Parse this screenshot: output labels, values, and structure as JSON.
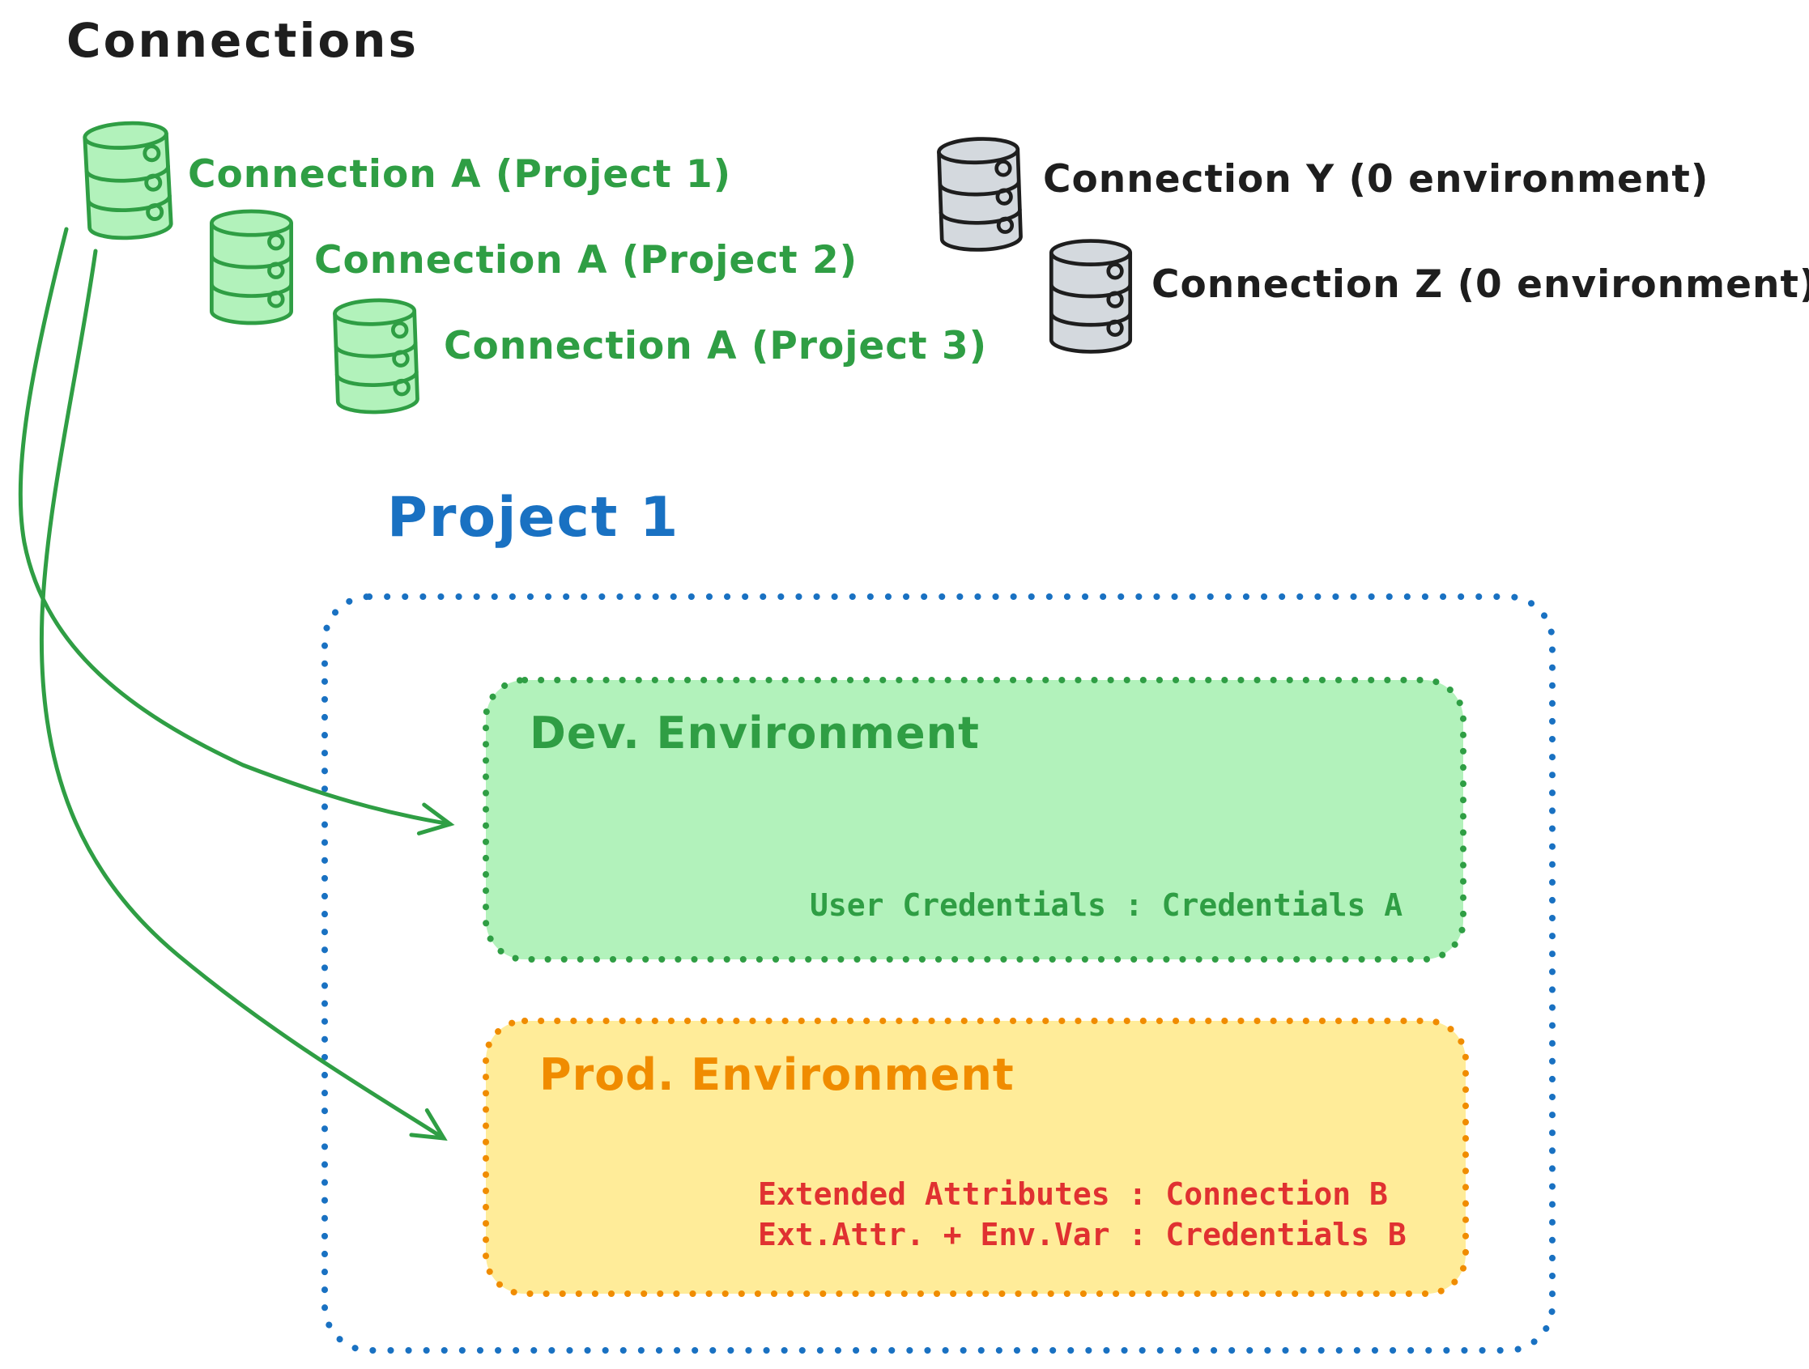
{
  "title": "Connections",
  "colors": {
    "black": "#1e1e1e",
    "green": "#2f9e44",
    "green_fill": "#b2f2bb",
    "gray_fill": "#d4d9de",
    "blue": "#1971c2",
    "orange": "#f08c00",
    "orange_fill": "#ffec99",
    "red": "#e03131"
  },
  "connections": {
    "green": [
      {
        "label": "Connection A (Project 1)"
      },
      {
        "label": "Connection A (Project 2)"
      },
      {
        "label": "Connection A (Project 3)"
      }
    ],
    "gray": [
      {
        "label": "Connection Y (0 environment)"
      },
      {
        "label": "Connection Z (0 environment)"
      }
    ]
  },
  "project": {
    "title": "Project 1",
    "environments": {
      "dev": {
        "title": "Dev. Environment",
        "credential_mapping": "User Credentials : Credentials A"
      },
      "prod": {
        "title": "Prod. Environment",
        "lines": [
          "Extended Attributes : Connection B",
          "Ext.Attr. + Env.Var : Credentials B"
        ]
      }
    }
  }
}
